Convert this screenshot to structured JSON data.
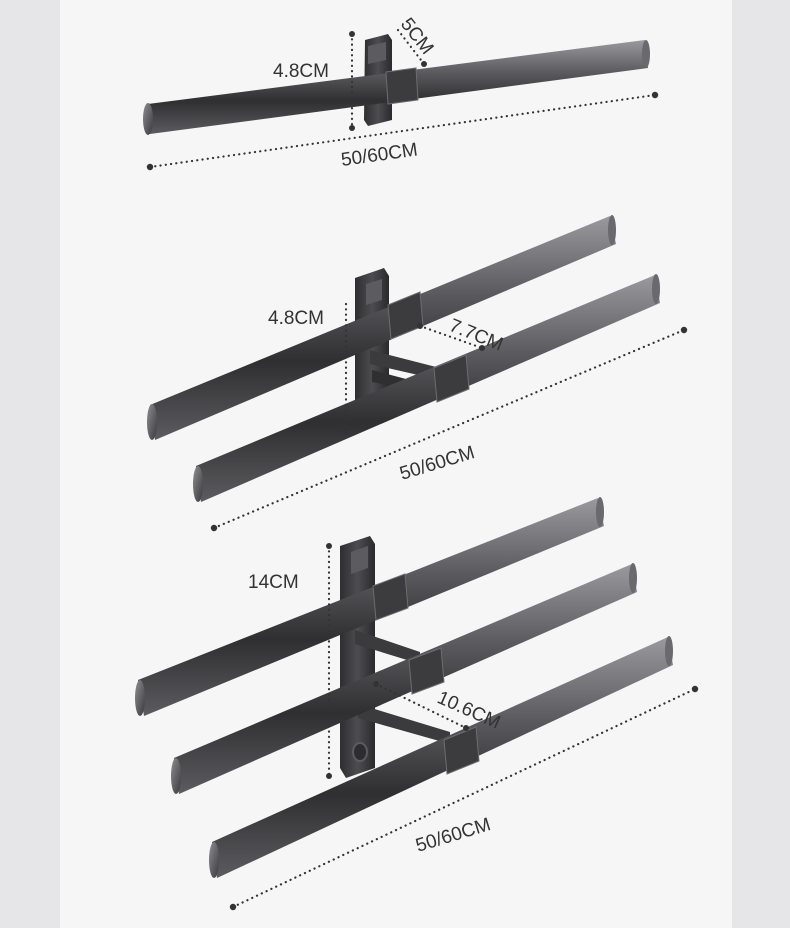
{
  "colors": {
    "background": "#f6f6f7",
    "side_panel": "#e6e6e8",
    "bar_dark": "#3a3a3c",
    "bar_light": "#8a8a8e",
    "dimension_text": "#333333"
  },
  "variants": [
    {
      "name": "single-bar",
      "labels": {
        "height": "4.8CM",
        "depth": "5CM",
        "length": "50/60CM"
      }
    },
    {
      "name": "double-bar",
      "labels": {
        "height": "4.8CM",
        "spacing": "7.7CM",
        "length": "50/60CM"
      }
    },
    {
      "name": "triple-bar",
      "labels": {
        "height": "14CM",
        "spacing": "10.6CM",
        "length": "50/60CM"
      }
    }
  ]
}
